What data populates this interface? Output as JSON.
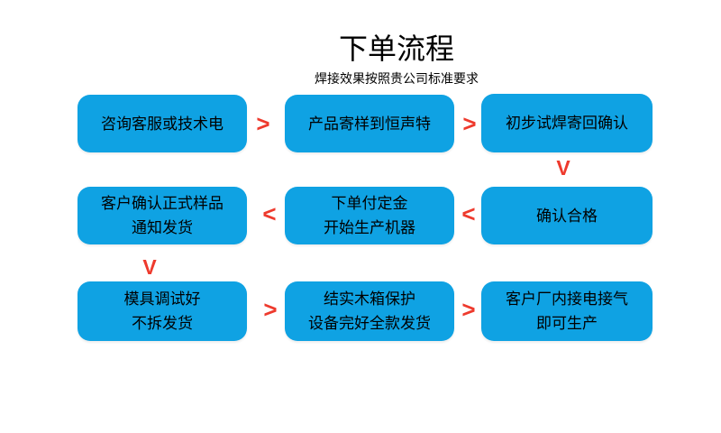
{
  "colors": {
    "box_bg": "#0fa2e3",
    "arrow": "#ee3a2d",
    "text": "#000000"
  },
  "header": {
    "title": "下单流程",
    "subtitle": "焊接效果按照贵公司标准要求"
  },
  "flow": {
    "rows": [
      {
        "boxes": [
          {
            "lines": [
              "咨询客服或技术电"
            ]
          },
          {
            "lines": [
              "产品寄样到恒声特"
            ]
          },
          {
            "lines": [
              "初步试焊寄回确认"
            ]
          }
        ]
      },
      {
        "boxes": [
          {
            "lines": [
              "客户确认正式样品",
              "通知发货"
            ]
          },
          {
            "lines": [
              "下单付定金",
              "开始生产机器"
            ]
          },
          {
            "lines": [
              "确认合格"
            ]
          }
        ]
      },
      {
        "boxes": [
          {
            "lines": [
              "模具调试好",
              "不拆发货"
            ]
          },
          {
            "lines": [
              "结实木箱保护",
              "设备完好全款发货"
            ]
          },
          {
            "lines": [
              "客户厂内接电接气",
              "即可生产"
            ]
          }
        ]
      }
    ],
    "arrows": [
      {
        "glyph": ">",
        "direction": "right"
      },
      {
        "glyph": ">",
        "direction": "right"
      },
      {
        "glyph": "V",
        "direction": "down"
      },
      {
        "glyph": "<",
        "direction": "left"
      },
      {
        "glyph": "<",
        "direction": "left"
      },
      {
        "glyph": "V",
        "direction": "down"
      },
      {
        "glyph": ">",
        "direction": "right"
      },
      {
        "glyph": ">",
        "direction": "right"
      }
    ]
  }
}
